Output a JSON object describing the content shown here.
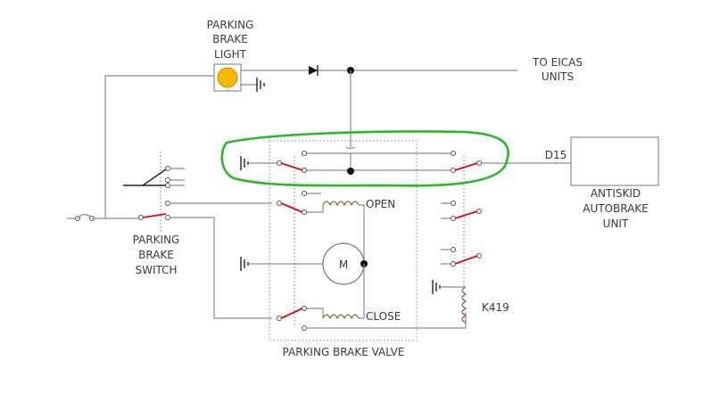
{
  "labels": {
    "parking_brake_light": [
      "PARKING",
      "BRAKE",
      "LIGHT"
    ],
    "to_eicas": [
      "TO EICAS",
      "UNITS"
    ],
    "d15": "D15",
    "antiskid": [
      "ANTISKID",
      "AUTOBRAKE",
      "UNIT"
    ],
    "open": "OPEN",
    "close": "CLOSE",
    "motor": "M",
    "parking_brake_switch": [
      "PARKING",
      "BRAKE",
      "SWITCH"
    ],
    "k419": "K419",
    "parking_brake_valve": "PARKING BRAKE VALVE"
  },
  "colors": {
    "wire": "#8c8c8c",
    "switch_contact": "#cc1111",
    "highlight": "#2db52d",
    "lamp": "#f5b800"
  }
}
